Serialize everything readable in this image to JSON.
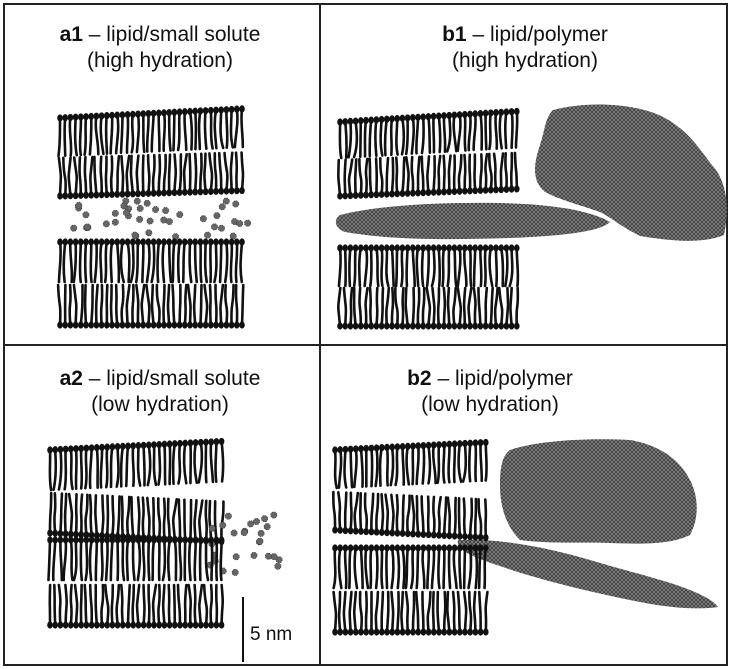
{
  "panels": {
    "a1": {
      "tag": "a1",
      "label": "– lipid/small solute",
      "subtitle": "(high hydration)"
    },
    "b1": {
      "tag": "b1",
      "label": "– lipid/polymer",
      "subtitle": "(high hydration)"
    },
    "a2": {
      "tag": "a2",
      "label": "– lipid/small solute",
      "subtitle": "(low hydration)"
    },
    "b2": {
      "tag": "b2",
      "label": "– lipid/polymer",
      "subtitle": "(low hydration)"
    }
  },
  "scale_bar": {
    "label": "5 nm"
  },
  "colors": {
    "lipid": "#111111",
    "solute": "#666666",
    "polymer": "#6e6e6e",
    "border": "#222222"
  }
}
